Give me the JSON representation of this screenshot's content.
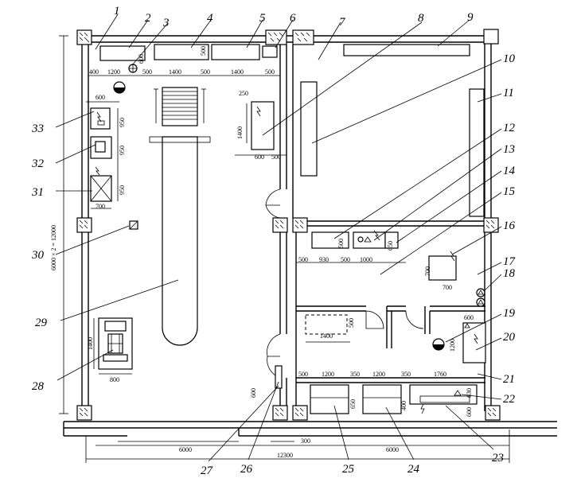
{
  "labels": {
    "n1": "1",
    "n2": "2",
    "n3": "3",
    "n4": "4",
    "n5": "5",
    "n6": "6",
    "n7": "7",
    "n8": "8",
    "n9": "9",
    "n10": "10",
    "n11": "11",
    "n12": "12",
    "n13": "13",
    "n14": "14",
    "n15": "15",
    "n16": "16",
    "n17": "17",
    "n18": "18",
    "n19": "19",
    "n20": "20",
    "n21": "21",
    "n22": "22",
    "n23": "23",
    "n24": "24",
    "n25": "25",
    "n26": "26",
    "n27": "27",
    "n28": "28",
    "n29": "29",
    "n30": "30",
    "n31": "31",
    "n32": "32",
    "n33": "33"
  },
  "dims": {
    "top_400": "400",
    "top_1200": "1200",
    "top_500a": "500",
    "top_1400a": "1400",
    "top_500b": "500",
    "top_1400b": "1400",
    "top_500c": "500",
    "eq2_600": "600",
    "eq4_500": "500",
    "d_250": "250",
    "d_600": "600",
    "d_950a": "950",
    "d_950b": "950",
    "d_950c": "950",
    "d_700": "700",
    "e8_1400": "1400",
    "e8_600": "600",
    "e8_500": "500",
    "r_500a": "500",
    "r_930": "930",
    "r_500b": "500",
    "r_1000": "1000",
    "r_500c": "500",
    "r_650": "650",
    "e16_700a": "700",
    "e16_700b": "700",
    "l_500": "500",
    "l_1400": "1400",
    "e20_600": "600",
    "e20_1200": "1200",
    "b_500": "500",
    "b_1200a": "1200",
    "b_350a": "350",
    "b_1200b": "1200",
    "b_350b": "350",
    "b_1760": "1760",
    "b_600": "600",
    "b_650": "650",
    "b_400": "400",
    "b_630": "630",
    "b_600v": "600",
    "e28_1400": "1400",
    "e28_800": "800",
    "overall_h": "6000 × 2 = 12000",
    "bot_6000a": "6000",
    "bot_6000b": "6000",
    "bot_300": "300",
    "bot_12300": "12300"
  }
}
